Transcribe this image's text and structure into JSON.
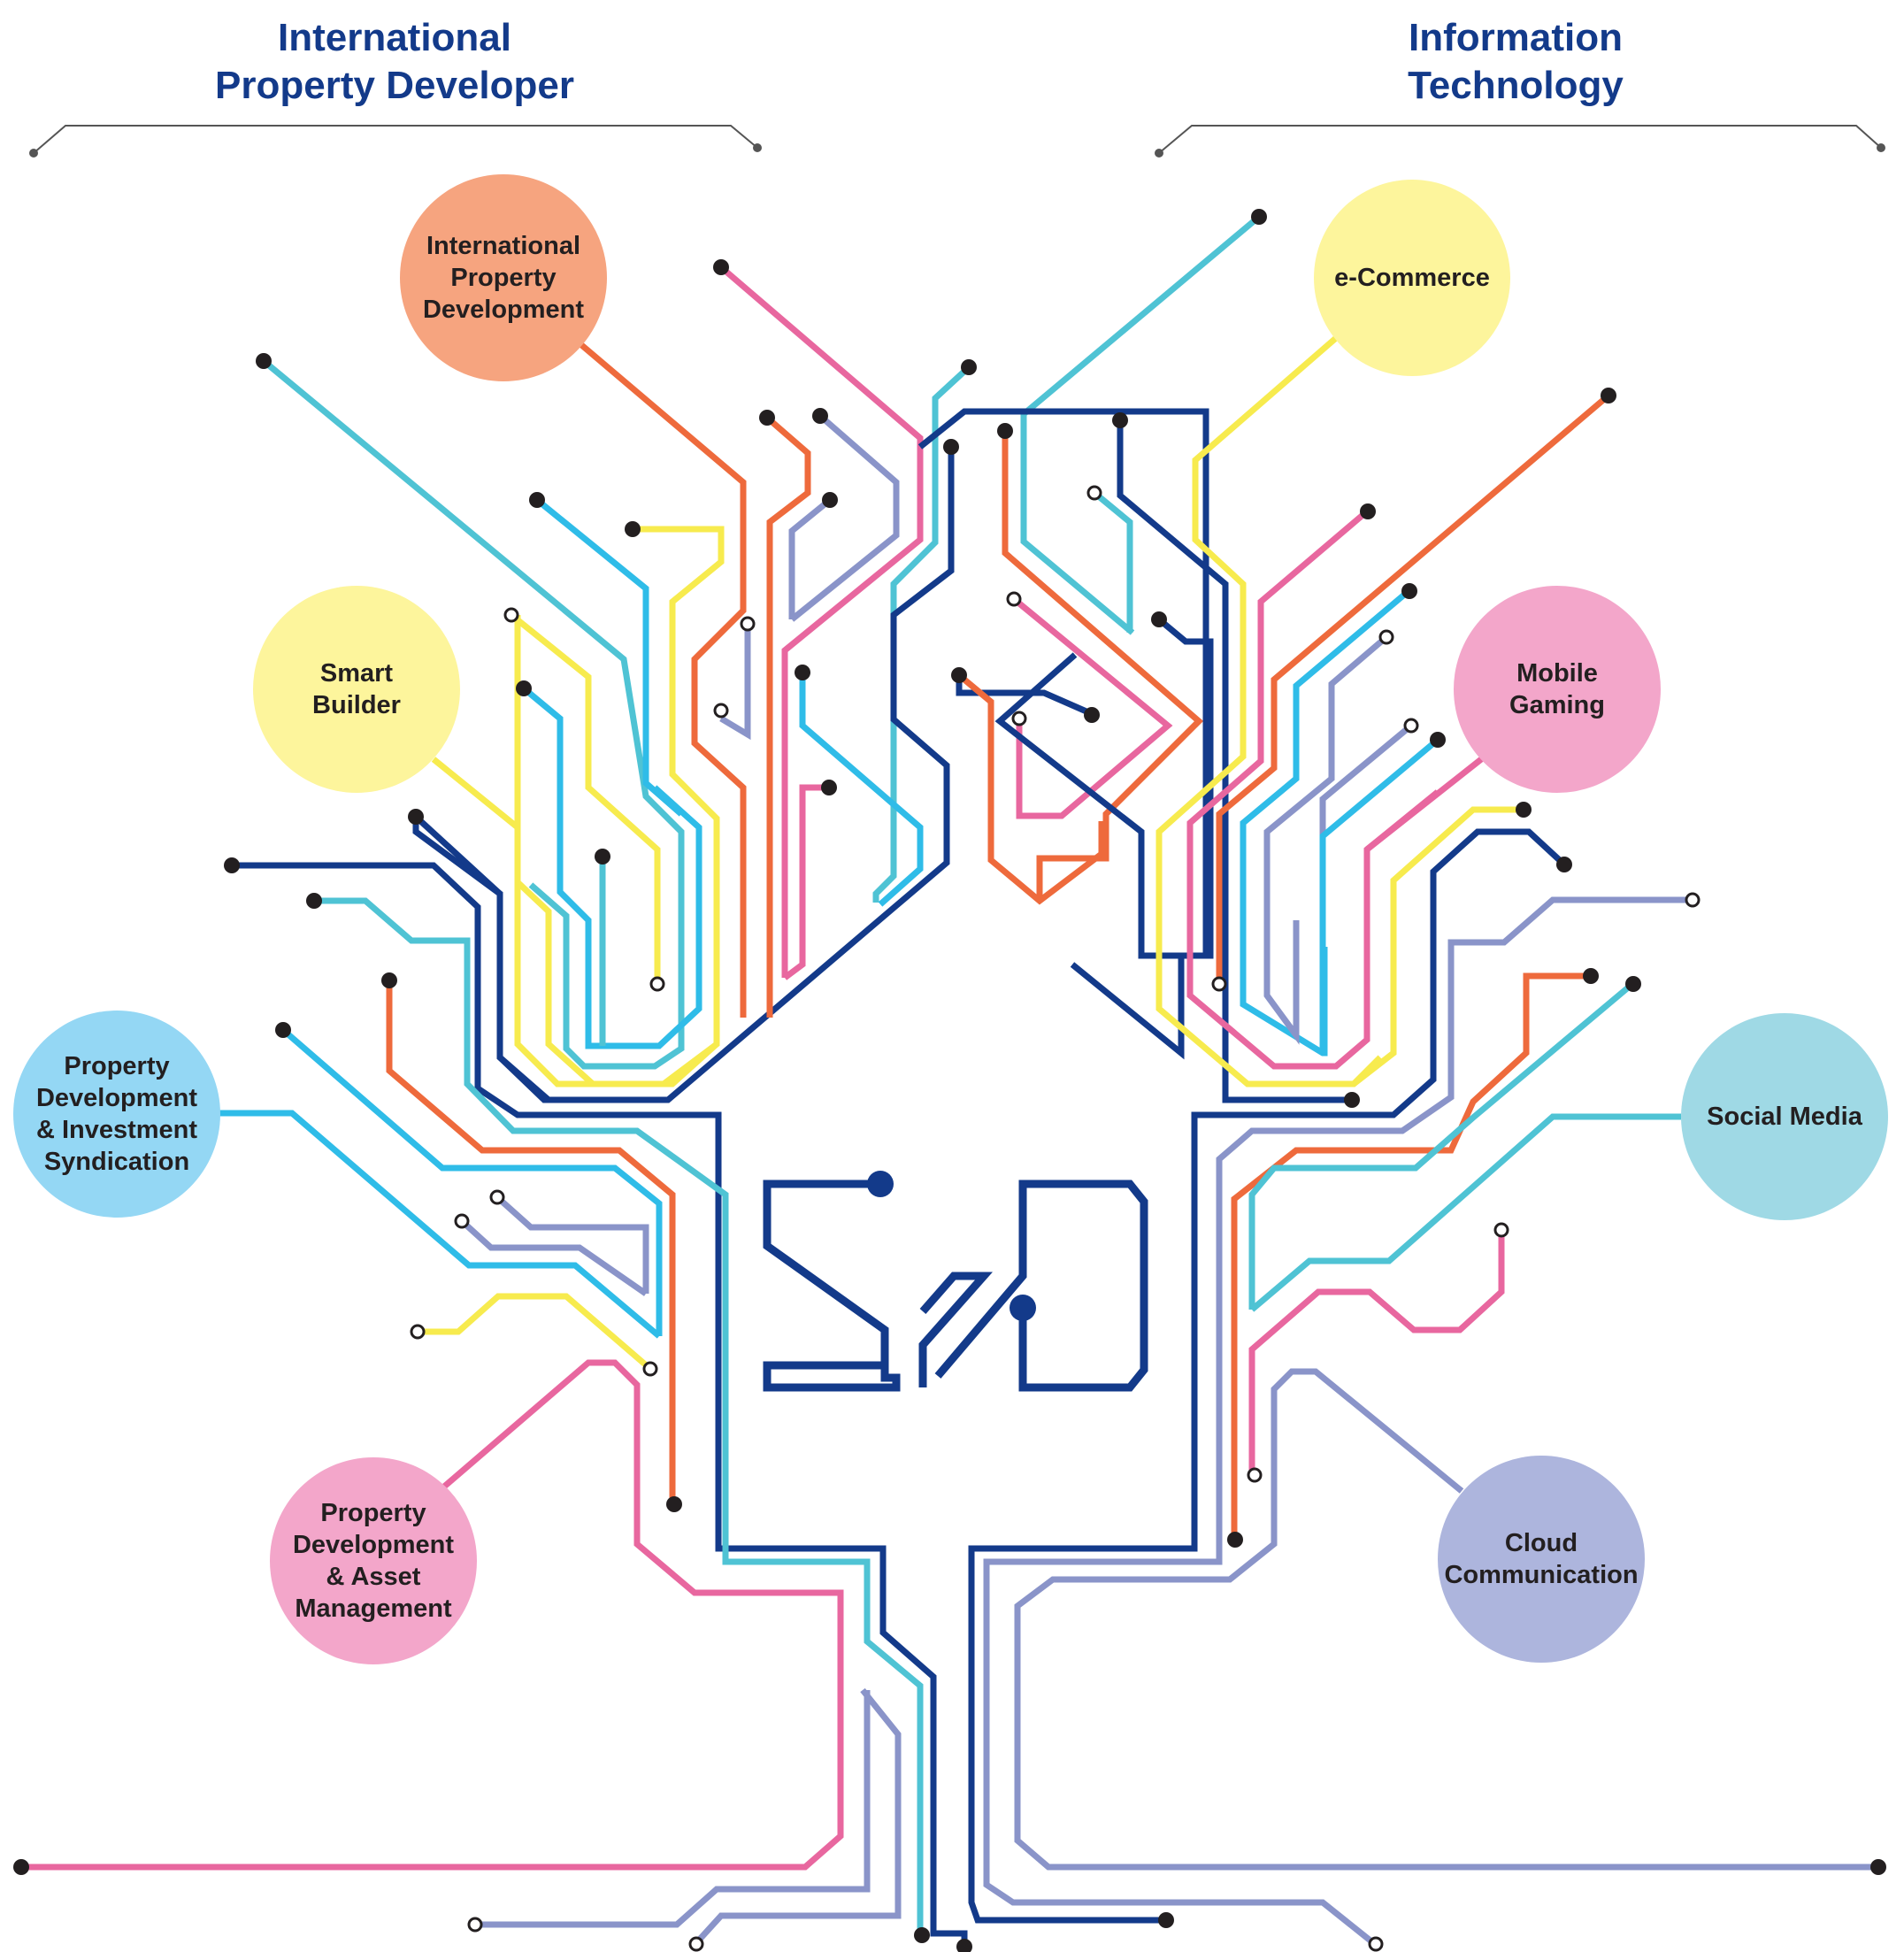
{
  "headers": {
    "left": {
      "line1": "International",
      "line2": "Property Developer"
    },
    "right": {
      "line1": "Information",
      "line2": "Technology"
    }
  },
  "nodes": {
    "international_property_development": {
      "label": "International\nProperty\nDevelopment",
      "color": "#f6a47f"
    },
    "smart_builder": {
      "label": "Smart\nBuilder",
      "color": "#fdf59c"
    },
    "property_development_investment_syndication": {
      "label": "Property\nDevelopment\n& Investment\nSyndication",
      "color": "#94d7f4"
    },
    "property_development_asset_management": {
      "label": "Property\nDevelopment\n& Asset\nManagement",
      "color": "#f3a6ca"
    },
    "e_commerce": {
      "label": "e-Commerce",
      "color": "#fdf59c"
    },
    "mobile_gaming": {
      "label": "Mobile\nGaming",
      "color": "#f3a6ca"
    },
    "social_media": {
      "label": "Social Media",
      "color": "#9fd9e5"
    },
    "cloud_communication": {
      "label": "Cloud\nCommunication",
      "color": "#adb5dd"
    }
  },
  "logo": {
    "text": "SD",
    "color": "#133a8a"
  },
  "colors": {
    "navy": "#133a8a",
    "teal": "#4fc3d4",
    "orange": "#ee6a3c",
    "pink": "#e8679f",
    "yellow": "#f7eb4e",
    "lavender": "#8a94c9",
    "cyan": "#2fbce8",
    "header": "#133a8a",
    "bracket": "#555555",
    "dot": "#231f20"
  }
}
